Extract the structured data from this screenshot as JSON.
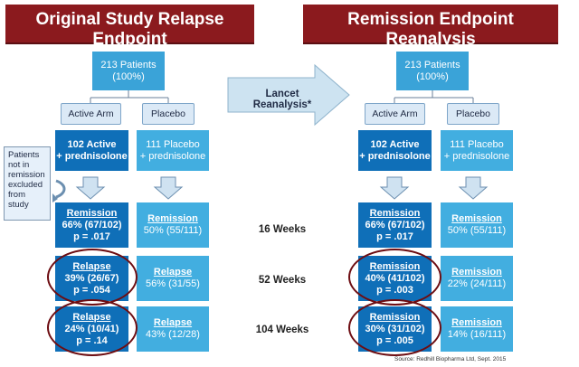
{
  "left": {
    "title": "Original Study Relapse Endpoint",
    "subtitle": "Skewed denominator at week 16",
    "top_box": [
      "213 Patients",
      "(100%)"
    ],
    "active_label": "Active Arm",
    "placebo_label": "Placebo",
    "active_group": [
      "102 Active",
      "+ prednisolone"
    ],
    "placebo_group": [
      "111 Placebo",
      "+ prednisolone"
    ],
    "active_results": [
      {
        "heading": "Remission",
        "value": "66% (67/102)",
        "p": "p = .017"
      },
      {
        "heading": "Relapse",
        "value": "39% (26/67)",
        "p": "p = .054"
      },
      {
        "heading": "Relapse",
        "value": "24% (10/41)",
        "p": "p = .14"
      }
    ],
    "placebo_results": [
      {
        "heading": "Remission",
        "value": "50% (55/111)"
      },
      {
        "heading": "Relapse",
        "value": "56% (31/55)"
      },
      {
        "heading": "Relapse",
        "value": "43% (12/28)"
      }
    ]
  },
  "right": {
    "title": "Remission Endpoint Reanalysis",
    "subtitle": "Randomized denominator at time 0",
    "top_box": [
      "213 Patients",
      "(100%)"
    ],
    "active_label": "Active Arm",
    "placebo_label": "Placebo",
    "active_group": [
      "102 Active",
      "+ prednisolone"
    ],
    "placebo_group": [
      "111 Placebo",
      "+ prednisolone"
    ],
    "active_results": [
      {
        "heading": "Remission",
        "value": "66% (67/102)",
        "p": "p = .017"
      },
      {
        "heading": "Remission",
        "value": "40% (41/102)",
        "p": "p = .003"
      },
      {
        "heading": "Remission",
        "value": "30% (31/102)",
        "p": "p = .005"
      }
    ],
    "placebo_results": [
      {
        "heading": "Remission",
        "value": "50% (55/111)"
      },
      {
        "heading": "Remission",
        "value": "22% (24/111)"
      },
      {
        "heading": "Remission",
        "value": "14% (16/111)"
      }
    ]
  },
  "center_arrow_label": "Lancet Reanalysis*",
  "weeks": [
    "16 Weeks",
    "52 Weeks",
    "104 Weeks"
  ],
  "side_note": [
    "Patients",
    "not in",
    "remission",
    "excluded",
    "from",
    "study"
  ],
  "source": "Source: Redhill Biopharma Ltd, Sept. 2015",
  "colors": {
    "banner": "#8b1a1e",
    "top_box": "#3aa3d8",
    "dark_box": "#0f6fb8",
    "light_box": "#42aee0",
    "ellipse": "#6d0d12"
  }
}
